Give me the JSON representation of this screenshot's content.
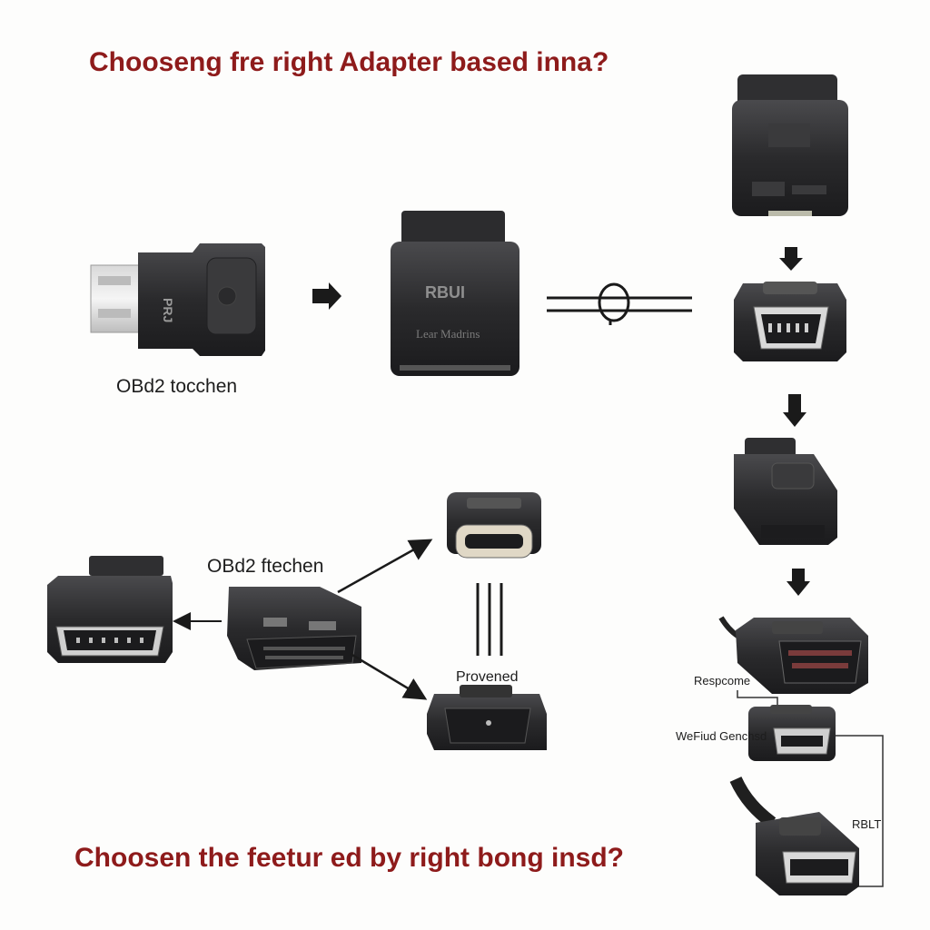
{
  "titles": {
    "top": "Chooseng fre right Adapter based inna?",
    "bottom": "Choosen the feetur ed by right bong insd?"
  },
  "labels": {
    "obd2_left": "OBd2 tocchen",
    "obd2_mid": "OBd2 ftechen",
    "provened": "Provened",
    "respcome": "Respcome",
    "wefiud": "WeFiud Genchsd",
    "rblt": "RBLT"
  },
  "device_text": {
    "usb_adapter": "PRJ",
    "center_brand": "RBUI",
    "center_sub": "Lear Madrins"
  },
  "colors": {
    "title": "#8e1b1b",
    "device_body": "#2b2b2d",
    "background": "#fdfdfc"
  }
}
